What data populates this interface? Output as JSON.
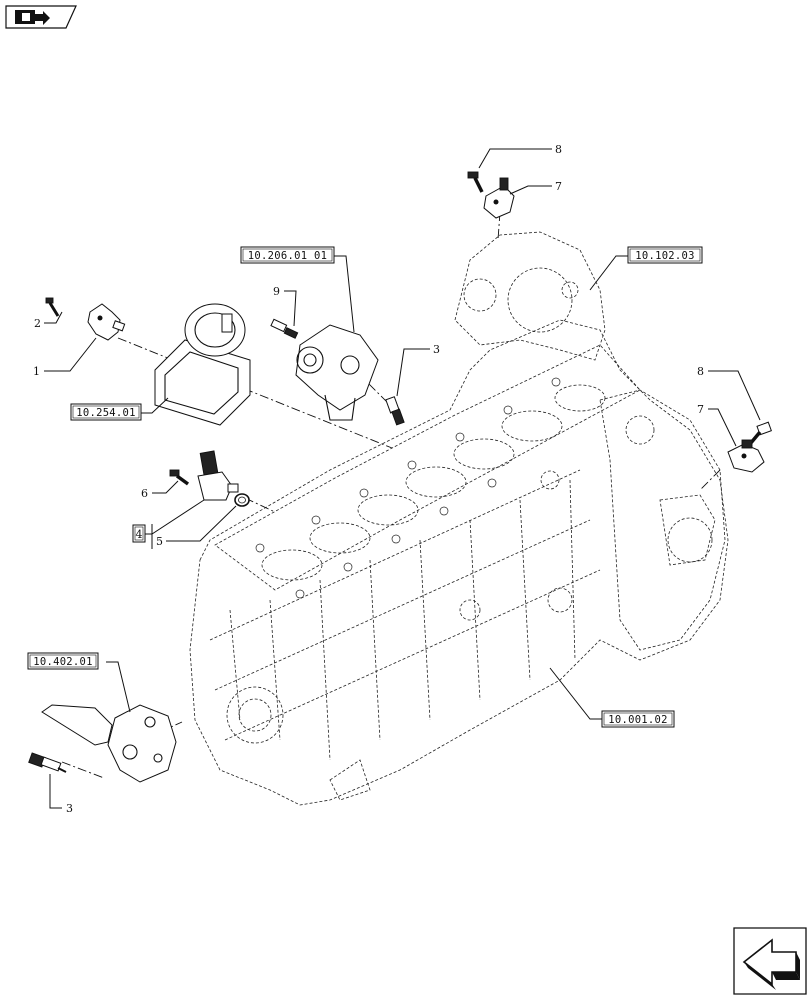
{
  "ref_boxes": [
    {
      "id": "ref-10-206-01-01",
      "text": "10.206.01 01"
    },
    {
      "id": "ref-10-102-03",
      "text": "10.102.03"
    },
    {
      "id": "ref-10-254-01",
      "text": "10.254.01"
    },
    {
      "id": "ref-10-402-01",
      "text": "10.402.01"
    },
    {
      "id": "ref-10-001-02",
      "text": "10.001.02"
    },
    {
      "id": "ref-4",
      "text": "4"
    }
  ],
  "callouts": {
    "c1": "1",
    "c2": "2",
    "c3a": "3",
    "c3b": "3",
    "c5": "5",
    "c6": "6",
    "c7a": "7",
    "c7b": "7",
    "c8a": "8",
    "c8b": "8",
    "c9": "9"
  },
  "icons": {
    "top_left": "previous-page-icon",
    "bottom_right": "next-page-icon"
  }
}
